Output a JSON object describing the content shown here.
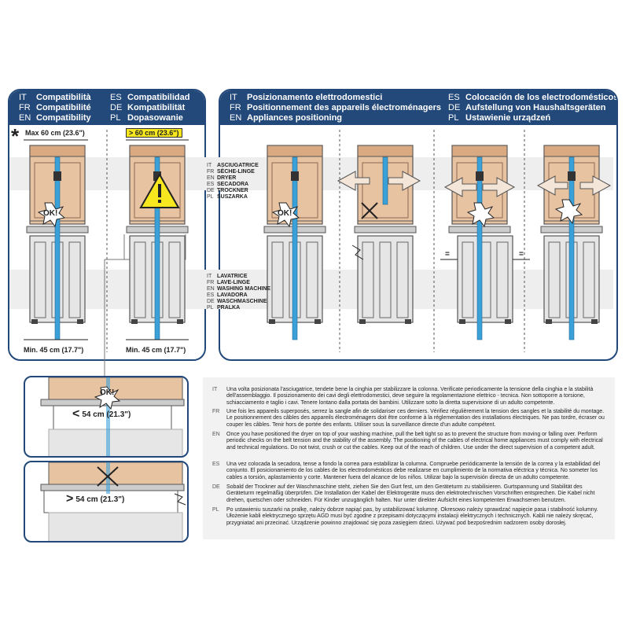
{
  "compat_header": {
    "left": [
      {
        "code": "IT",
        "text": "Compatibilità"
      },
      {
        "code": "FR",
        "text": "Compatibilité"
      },
      {
        "code": "EN",
        "text": "Compatibility"
      }
    ],
    "right": [
      {
        "code": "ES",
        "text": "Compatibilidad"
      },
      {
        "code": "DE",
        "text": "Kompatibilität"
      },
      {
        "code": "PL",
        "text": "Dopasowanie"
      }
    ]
  },
  "positioning_header": {
    "left": [
      {
        "code": "IT",
        "text": "Posizionamento elettrodomestici"
      },
      {
        "code": "FR",
        "text": "Positionnement des appareils électroménagers"
      },
      {
        "code": "EN",
        "text": "Appliances positioning"
      }
    ],
    "right": [
      {
        "code": "ES",
        "text": "Colocación de los electrodomésticos"
      },
      {
        "code": "DE",
        "text": "Aufstellung von Haushaltsgeräten"
      },
      {
        "code": "PL",
        "text": "Ustawienie urządzeń"
      }
    ]
  },
  "compat": {
    "asterisk": "*",
    "max_width": "Max 60 cm (23.6\")",
    "over_width": "> 60 cm (23.6\")",
    "min_width_1": "Min. 45 cm (17.7\")",
    "min_width_2": "Min. 45 cm (17.7\")",
    "ok": "OK!"
  },
  "dryer_labels": [
    {
      "code": "IT",
      "text": "ASCIUGATRICE"
    },
    {
      "code": "FR",
      "text": "SÈCHE-LINGE"
    },
    {
      "code": "EN",
      "text": "DRYER"
    },
    {
      "code": "ES",
      "text": "SECADORA"
    },
    {
      "code": "DE",
      "text": "TROCKNER"
    },
    {
      "code": "PL",
      "text": "SUSZARKA"
    }
  ],
  "washer_labels": [
    {
      "code": "IT",
      "text": "LAVATRICE"
    },
    {
      "code": "FR",
      "text": "LAVE-LINGE"
    },
    {
      "code": "EN",
      "text": "WASHING MACHINE"
    },
    {
      "code": "ES",
      "text": "LAVADORA"
    },
    {
      "code": "DE",
      "text": "WASCHMASCHINE"
    },
    {
      "code": "PL",
      "text": "PRALKA"
    }
  ],
  "positioning": {
    "ok": "OK!",
    "equal_left": "=",
    "equal_right": "="
  },
  "insets": {
    "top_ok": "OK!",
    "top_gap_sign": "<",
    "top_gap": "54 cm (21.3\")",
    "bottom_gap_sign": ">",
    "bottom_gap": "54 cm (21.3\")"
  },
  "instructions": [
    {
      "code": "IT",
      "text": "Una volta posizionata l'asciugatrice, tendete bene la cinghia per stabilizzare la colonna. Verificate periodicamente la tensione della cinghia e la stabilità dell'assemblaggio. Il posizionamento dei cavi degli elettrodomestici, deve seguire la regolamentazione elettrico - tecnica. Non sottoporre a torsione, schiacciamento e taglio i cavi. Tenere lontano dalla portata dei bambini. Utilizzare sotto la diretta supervisione di un adulto competente."
    },
    {
      "code": "FR",
      "text": "Une fois les appareils superposés, serrez la sangle afin de solidariser ces derniers. Vérifiez régulièrement la tension des sangles et la stabilité du montage. Le positionnement des câbles des appareils électroménagers doit être conforme à la réglementation des installations électriques. Ne pas tordre, écraser ou couper les câbles. Tenir hors de portée des enfants. Utiliser sous la surveillance directe d'un adulte compétent."
    },
    {
      "code": "EN",
      "text": "Once you have positioned the dryer on top of your washing machine, pull the belt tight so as to prevent the structure from moving or falling over. Perform periodic checks on the belt tension and the stability of the assembly. The positioning of the cables of electrical home appliances must comply with electrical and technical regulations. Do not twist, crush or cut the cables. Keep out of the reach of children. Use under the direct supervision of a competent adult."
    },
    {
      "code": "ES",
      "text": "Una vez colocada la secadora, tense a fondo la correa para estabilizar la columna. Compruebe periódicamente la tensión de la correa y la estabilidad del conjunto. El posicionamiento de los cables de los electrodomésticos debe realizarse en cumplimiento de la normativa eléctrica y técnica. No someter los cables a torsión, aplastamiento y corte. Mantener fuera del alcance de los niños. Utilizar bajo la supervisión directa de un adulto competente."
    },
    {
      "code": "DE",
      "text": "Sobald der Trockner auf der Waschmaschine steht, ziehen Sie den Gurt fest, um den Geräteturm zu stabilisieren. Gurtspannung und Stabilität des Geräteturm regelmäßig überprüfen. Die Installation der Kabel der Elektrogeräte muss den elektrotechnischen Vorschriften entsprechen. Die Kabel nicht drehen, quetschen oder schneiden. Für Kinder unzugänglich halten. Nur unter direkter Aufsicht eines kompetenten Erwachsenen benutzen."
    },
    {
      "code": "PL",
      "text": "Po ustawieniu suszarki na pralkę, należy dobrze napiąć pas, by ustabilizować kolumnę. Okresowo należy sprawdzać napięcie pasa i stabilność kolumny. Ułożenie kabli elektrycznego sprzętu AGD musi być zgodne z przepisami dotyczącymi instalacji elektrycznych i technicznych. Kabli nie należy skręcać, przygniatać ani przecinać. Urządzenie powinno znajdować się poza zasięgiem dzieci. Używać pod bezpośrednim nadzorem osoby dorosłej."
    }
  ],
  "colors": {
    "navy": "#23497a",
    "strap": "#3aa0d8",
    "dryer": "#e8c3a2",
    "washer": "#e6e6e6",
    "warning": "#f6e71f",
    "band": "#eeeeee",
    "textbox": "#f2f2f2"
  }
}
